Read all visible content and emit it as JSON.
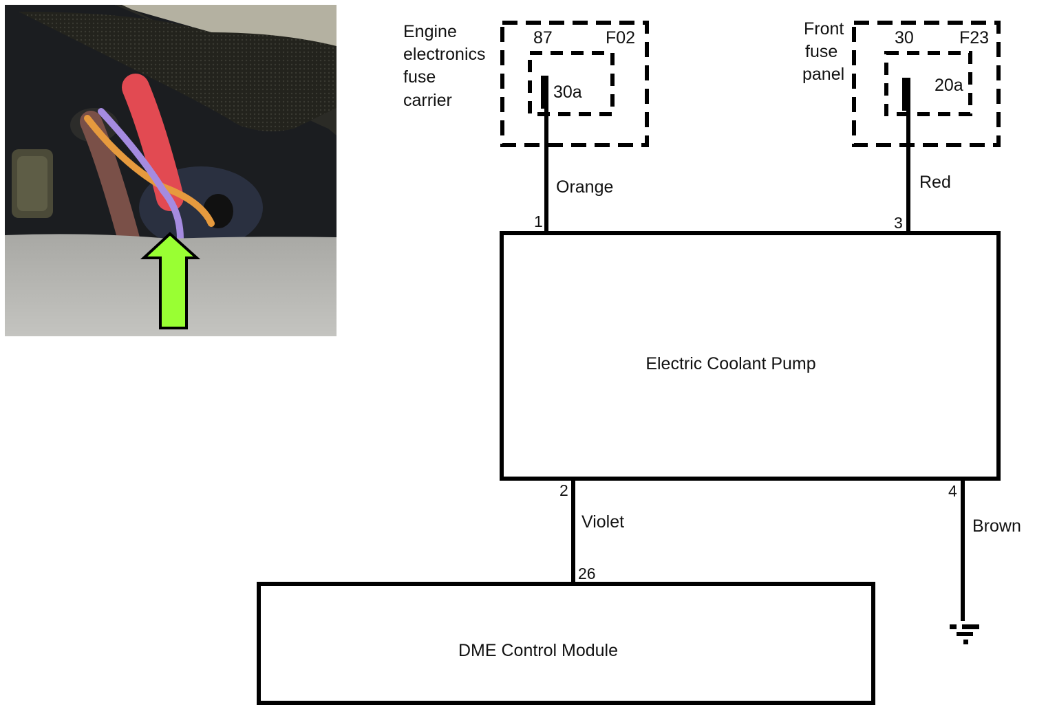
{
  "photo": {
    "description": "Engine bay view showing violet, orange, red and brown wires at coolant pump connector",
    "arrow_color": "#99ff33",
    "wires_visible": [
      "violet",
      "orange",
      "red",
      "brown"
    ]
  },
  "fuse_engine": {
    "label_lines": [
      "Engine",
      "electronics",
      "fuse",
      "carrier"
    ],
    "terminal": "87",
    "fuse_id": "F02",
    "rating": "30a"
  },
  "fuse_front": {
    "label_lines": [
      "Front",
      "fuse",
      "panel"
    ],
    "terminal": "30",
    "fuse_id": "F23",
    "rating": "20a"
  },
  "pump": {
    "title": "Electric Coolant Pump",
    "pins": {
      "p1": "1",
      "p2": "2",
      "p3": "3",
      "p4": "4"
    }
  },
  "wires": {
    "orange": "Orange",
    "red": "Red",
    "violet": "Violet",
    "brown": "Brown"
  },
  "dme": {
    "title": "DME Control Module",
    "pin": "26"
  },
  "ground": {
    "symbol": "ground-icon"
  }
}
